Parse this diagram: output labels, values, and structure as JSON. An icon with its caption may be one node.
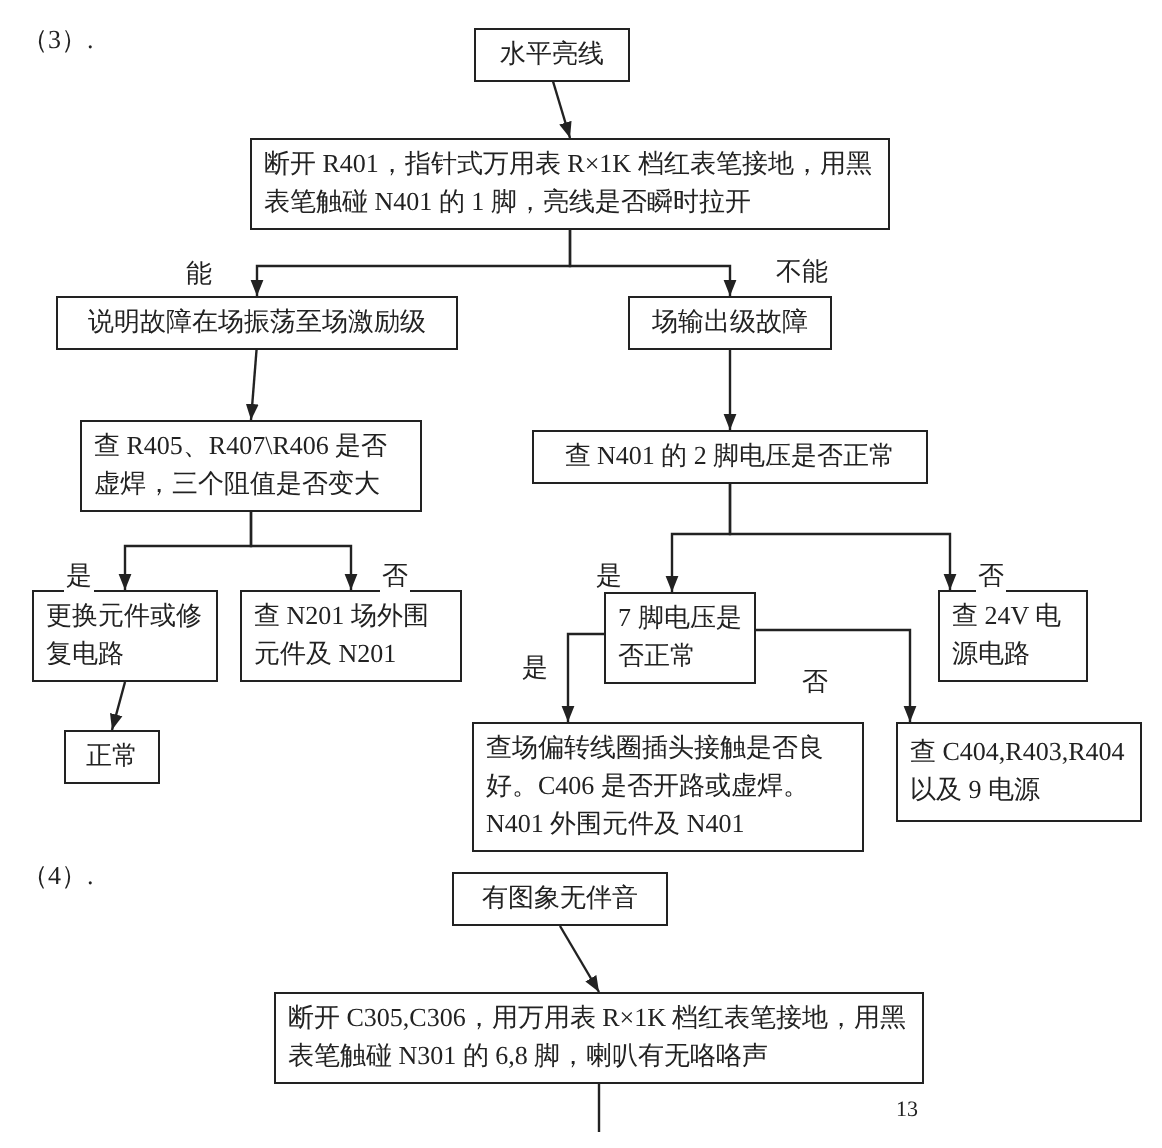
{
  "diagram": {
    "nodes": [
      {
        "text": [
          "水平亮线"
        ]
      },
      {
        "text": [
          "断开 R401，指针式万用表 R×1K 档红表笔接地，用黑表笔触碰 N401 的 1 脚，亮线是否瞬时拉开"
        ]
      },
      {
        "text": [
          "说明故障在场振荡至场激励级"
        ]
      },
      {
        "text": [
          "场输出级故障"
        ]
      },
      {
        "text": [
          "查 R405、R407\\R406 是否虚焊，三个阻值是否变大"
        ]
      },
      {
        "text": [
          "查 N401 的 2 脚电压是否正常"
        ]
      },
      {
        "text": [
          "更换元件或修复电路"
        ]
      },
      {
        "text": [
          "查 N201 场外围元件及 N201"
        ]
      },
      {
        "text": [
          "正常"
        ]
      },
      {
        "text": [
          "7 脚电压是否正常"
        ]
      },
      {
        "text": [
          "查 24V 电源电路"
        ]
      },
      {
        "text": [
          "查场偏转线圈插头接触是否良好。C406 是否开路或虚焊。N401 外围元件及 N401"
        ]
      },
      {
        "text": [
          "查 C404,R403,R404 以及 9 电源"
        ]
      },
      {
        "text": [
          "有图象无伴音"
        ]
      },
      {
        "text": [
          "断开 C305,C306，用万用表 R×1K 档红表笔接地，用黑表笔触碰 N301 的 6,8 脚，喇叭有无咯咯声"
        ]
      }
    ],
    "edges": [
      {
        "from": 0,
        "to": 1,
        "arrow": "to"
      },
      {
        "from": 1,
        "to": 2,
        "arrow": "to",
        "label": "能"
      },
      {
        "from": 1,
        "to": 3,
        "arrow": "to",
        "label": "不能"
      },
      {
        "from": 2,
        "to": 4,
        "arrow": "to"
      },
      {
        "from": 3,
        "to": 5,
        "arrow": "to"
      },
      {
        "from": 4,
        "to": 6,
        "arrow": "to",
        "label": "是"
      },
      {
        "from": 4,
        "to": 7,
        "arrow": "to",
        "label": "否"
      },
      {
        "from": 5,
        "to": 9,
        "arrow": "to",
        "label": "是"
      },
      {
        "from": 5,
        "to": 10,
        "arrow": "to",
        "label": "否"
      },
      {
        "from": 6,
        "to": 8,
        "arrow": "to"
      },
      {
        "from": 9,
        "to": 11,
        "arrow": "to",
        "label": "是"
      },
      {
        "from": 9,
        "to": 12,
        "arrow": "to",
        "label": "否"
      },
      {
        "from": 13,
        "to": 14,
        "arrow": "to"
      },
      {
        "from": 14,
        "to": null,
        "arrow": "none"
      }
    ],
    "labels": [
      "（3）.",
      "（4）.",
      "13"
    ]
  }
}
